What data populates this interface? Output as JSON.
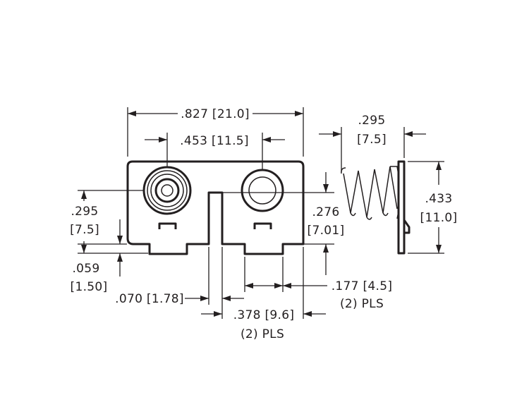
{
  "dimensions": {
    "overall_width": ".827 [21.0]",
    "contact_spacing": ".453 [11.5]",
    "spring_length_in": ".295",
    "spring_length_mm": "[7.5]",
    "contact_height_in": ".295",
    "contact_height_mm": "[7.5]",
    "contact_offset_in": ".276",
    "contact_offset_mm": "[7.01]",
    "overall_height_in": ".433",
    "overall_height_mm": "[11.0]",
    "tab_height_in": ".059",
    "tab_height_mm": "[1.50]",
    "slot_width": ".070 [1.78]",
    "tab_width": ".177 [4.5]",
    "tab_width_qty": "(2) PLS",
    "tab_spacing": ".378 [9.6]",
    "tab_spacing_qty": "(2) PLS"
  },
  "colors": {
    "line": "#231f20",
    "background": "#ffffff"
  }
}
